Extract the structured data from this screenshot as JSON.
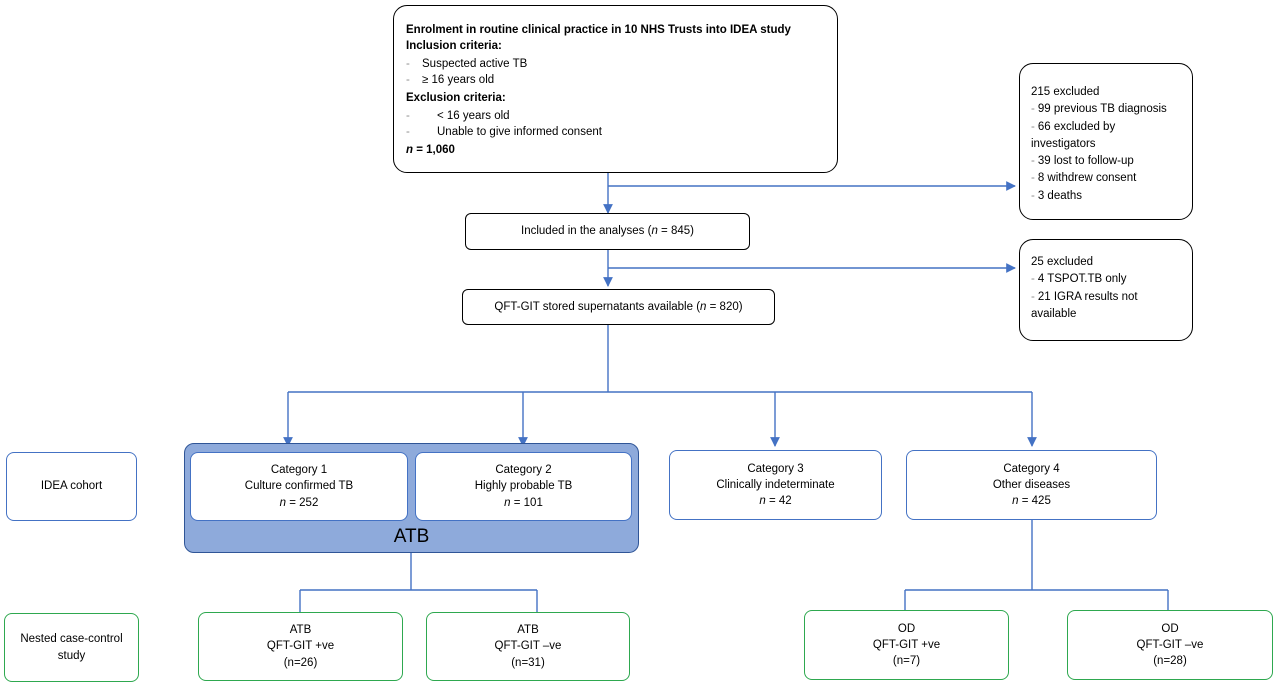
{
  "enrolment": {
    "title": "Enrolment in routine clinical practice in 10 NHS Trusts into IDEA study",
    "inclusion_heading": "Inclusion criteria:",
    "inclusion_bullet": "-",
    "inclusion_items": [
      "Suspected active TB",
      "≥ 16 years old"
    ],
    "exclusion_heading": "Exclusion criteria:",
    "exclusion_bullet": "-",
    "exclusion_items": [
      "< 16 years old",
      "Unable to give informed consent"
    ],
    "n_label": "n",
    "n_value": " = 1,060"
  },
  "excluded_1": {
    "title": "215 excluded",
    "dash": "-",
    "items": [
      "99 previous TB diagnosis",
      "66 excluded by",
      "investigators",
      "39 lost to follow-up",
      "8 withdrew consent",
      "3 deaths"
    ]
  },
  "included": {
    "text": "Included in the analyses  (",
    "n_label": "n",
    "n_value": " = 845)"
  },
  "excluded_2": {
    "title": "25 excluded",
    "dash": "-",
    "items": [
      "4 TSPOT.TB only",
      "21 IGRA results not",
      "available"
    ]
  },
  "qft_available": {
    "text": "QFT-GIT stored supernatants available (",
    "n_label": "n",
    "n_value": " = 820)"
  },
  "cohort_label": "IDEA cohort",
  "nested_label": {
    "line1": "Nested case-control",
    "line2": "study"
  },
  "atb_group_label": "ATB",
  "categories": [
    {
      "title": "Category 1",
      "desc": "Culture confirmed TB",
      "n_label": "n",
      "n_value": " = 252"
    },
    {
      "title": "Category 2",
      "desc": "Highly probable TB",
      "n_label": "n",
      "n_value": " = 101"
    },
    {
      "title": "Category 3",
      "desc": "Clinically indeterminate",
      "n_label": "n",
      "n_value": " = 42"
    },
    {
      "title": "Category 4",
      "desc": "Other diseases",
      "n_label": "n",
      "n_value": " = 425"
    }
  ],
  "subgroups": [
    {
      "group": "ATB",
      "test": "QFT-GIT +ve",
      "count": "(n=26)"
    },
    {
      "group": "ATB",
      "test": "QFT-GIT –ve",
      "count": "(n=31)"
    },
    {
      "group": "OD",
      "test": "QFT-GIT +ve",
      "count": "(n=7)"
    },
    {
      "group": "OD",
      "test": "QFT-GIT –ve",
      "count": "(n=28)"
    }
  ],
  "colors": {
    "connector": "#4472c4",
    "atb_fill": "#8eaadb",
    "atb_border": "#2f5597",
    "category_border": "#4472c4",
    "subgroup_border": "#2ea84f",
    "main_border": "#000000"
  }
}
